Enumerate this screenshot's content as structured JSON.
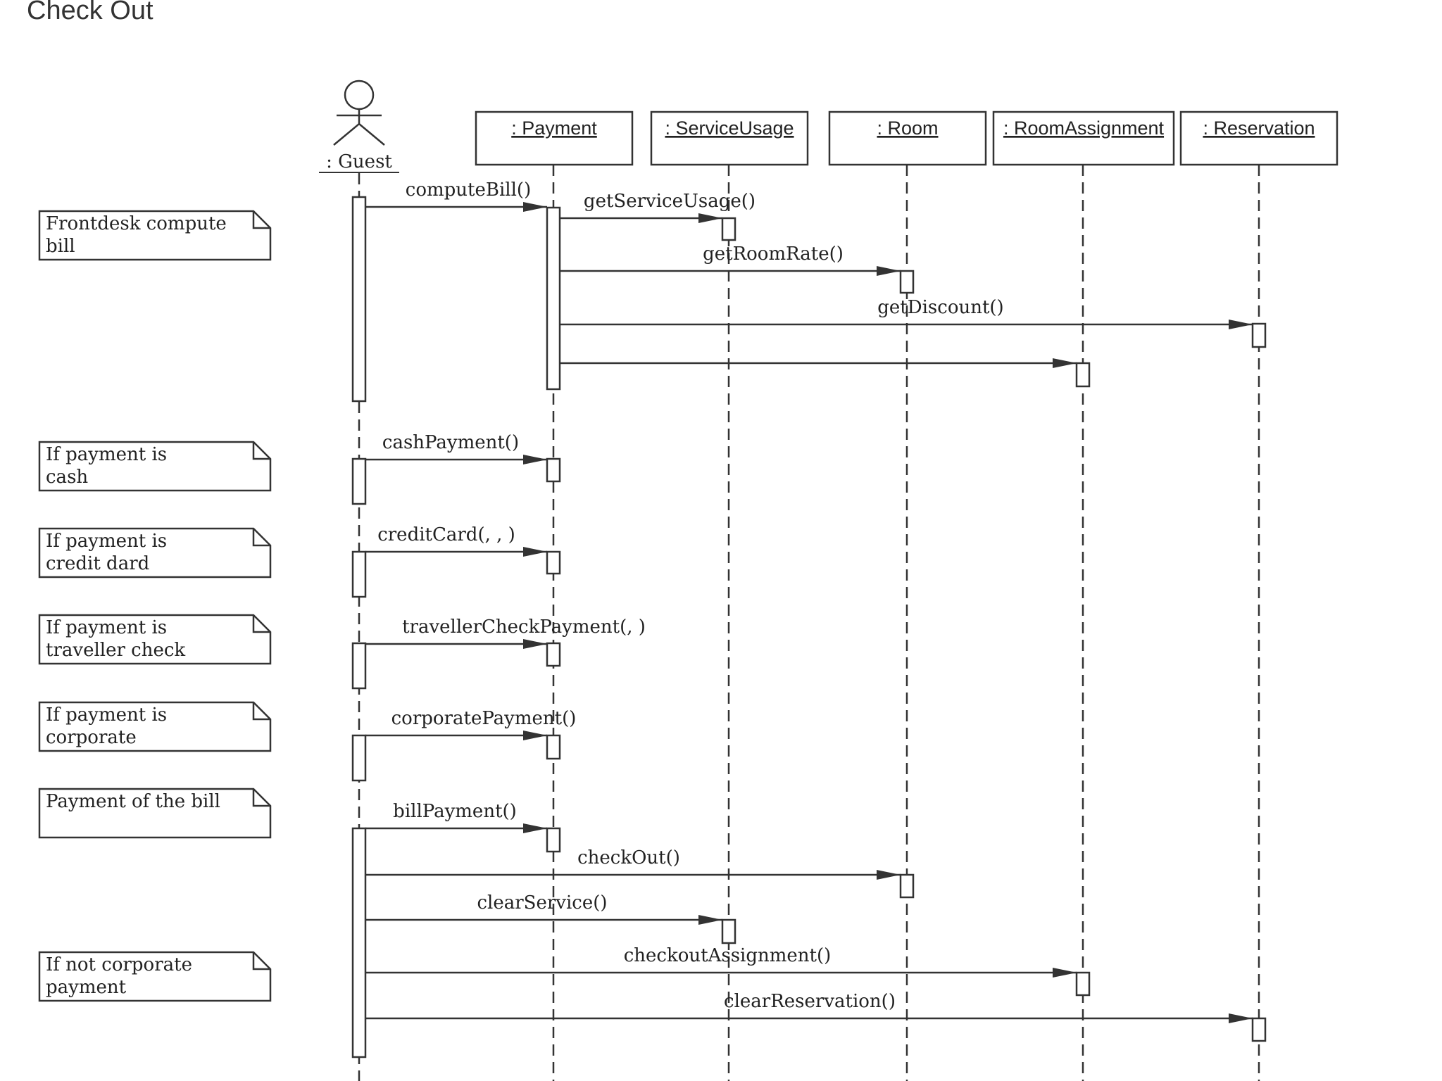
{
  "title": "Check Out",
  "guest_label": ": Guest",
  "objects": [
    {
      "id": "payment",
      "label": ": Payment"
    },
    {
      "id": "serviceusage",
      "label": ": ServiceUsage"
    },
    {
      "id": "room",
      "label": ": Room"
    },
    {
      "id": "roomassignment",
      "label": ": RoomAssignment"
    },
    {
      "id": "reservation",
      "label": ": Reservation"
    }
  ],
  "notes": [
    {
      "id": "frontdesk-compute-bill",
      "lines": [
        "Frontdesk compute",
        "bill"
      ]
    },
    {
      "id": "cash",
      "lines": [
        "If payment is",
        "cash"
      ]
    },
    {
      "id": "credit-card",
      "lines": [
        "If payment is",
        "credit dard"
      ]
    },
    {
      "id": "traveller-check",
      "lines": [
        "If payment is",
        "traveller check"
      ]
    },
    {
      "id": "corporate",
      "lines": [
        "If payment is",
        "corporate"
      ]
    },
    {
      "id": "payment-of-bill",
      "lines": [
        "Payment of the bill"
      ]
    },
    {
      "id": "not-corporate",
      "lines": [
        "If not corporate",
        "payment"
      ]
    }
  ],
  "messages": [
    {
      "from": "guest",
      "to": "payment",
      "label": "computeBill()"
    },
    {
      "from": "payment",
      "to": "serviceusage",
      "label": "getServiceUsage()"
    },
    {
      "from": "payment",
      "to": "room",
      "label": "getRoomRate()"
    },
    {
      "from": "payment",
      "to": "reservation",
      "label": "getDiscount()"
    },
    {
      "from": "payment",
      "to": "roomassignment",
      "label": ""
    },
    {
      "from": "guest",
      "to": "payment",
      "label": "cashPayment()"
    },
    {
      "from": "guest",
      "to": "payment",
      "label": "creditCard(, , )"
    },
    {
      "from": "guest",
      "to": "payment",
      "label": "travellerCheckPayment(, )"
    },
    {
      "from": "guest",
      "to": "payment",
      "label": "corporatePayment()"
    },
    {
      "from": "guest",
      "to": "payment",
      "label": "billPayment()"
    },
    {
      "from": "guest",
      "to": "room",
      "label": "checkOut()"
    },
    {
      "from": "guest",
      "to": "serviceusage",
      "label": "clearService()"
    },
    {
      "from": "guest",
      "to": "roomassignment",
      "label": "checkoutAssignment()"
    },
    {
      "from": "guest",
      "to": "reservation",
      "label": "clearReservation()"
    }
  ]
}
